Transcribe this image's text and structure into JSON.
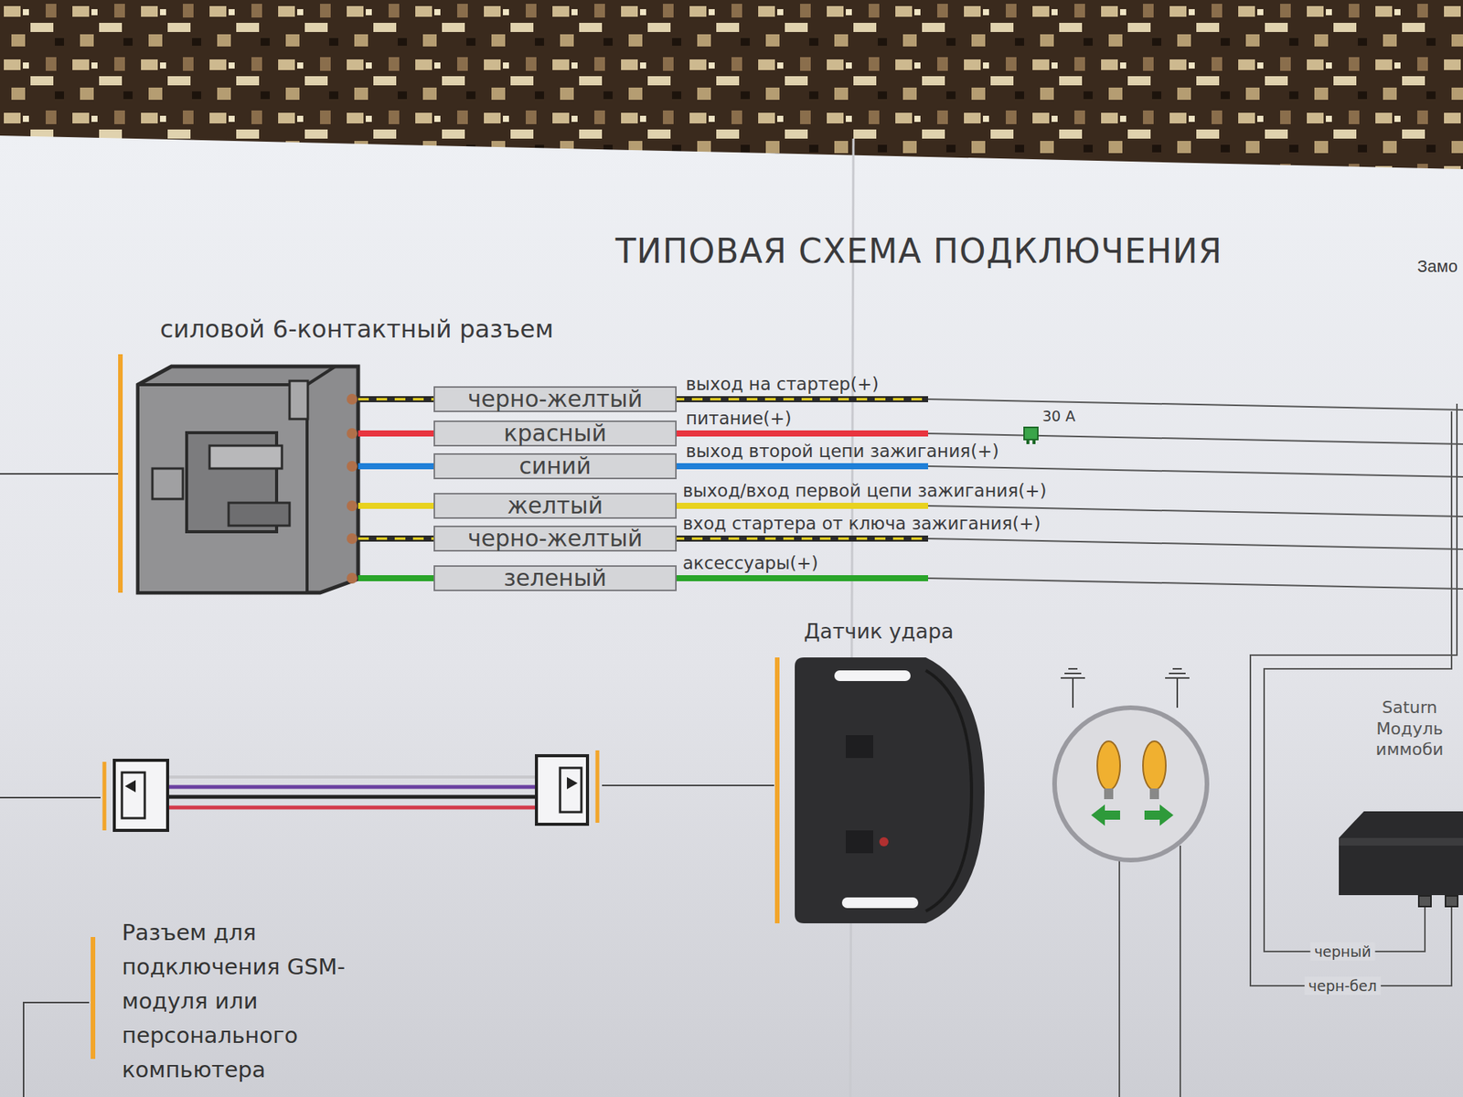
{
  "diagram": {
    "title": "ТИПОВАЯ СХЕМА ПОДКЛЮЧЕНИЯ",
    "nodes": [
      {
        "text": [
          "силовой 6-контактный разъем"
        ]
      },
      {
        "text": [
          "черно-желтый"
        ]
      },
      {
        "text": [
          "красный"
        ]
      },
      {
        "text": [
          "синий"
        ]
      },
      {
        "text": [
          "желтый"
        ]
      },
      {
        "text": [
          "черно-желтый"
        ]
      },
      {
        "text": [
          "зеленый"
        ]
      },
      {
        "text": [
          "Датчик удара"
        ]
      },
      {
        "text": [
          "Saturn Модуль иммоби"
        ]
      }
    ],
    "edges": [
      {
        "from": 0,
        "to": 1,
        "arrow": "none"
      },
      {
        "from": 0,
        "to": 2,
        "arrow": "none"
      },
      {
        "from": 0,
        "to": 3,
        "arrow": "none"
      },
      {
        "from": 0,
        "to": 4,
        "arrow": "none"
      },
      {
        "from": 0,
        "to": 5,
        "arrow": "none"
      },
      {
        "from": 0,
        "to": 6,
        "arrow": "none"
      }
    ],
    "labels": [
      "Замо",
      "выход на стартер(+)",
      "питание(+)",
      "30 А",
      "выход второй цепи зажигания(+)",
      "выход/вход первой цепи зажигания(+)",
      "вход стартера от ключа зажигания(+)",
      "аксессуары(+)",
      "черный",
      "черн-бел",
      "Разъем для подключения GSM-модуля или персонального компьютера"
    ]
  }
}
